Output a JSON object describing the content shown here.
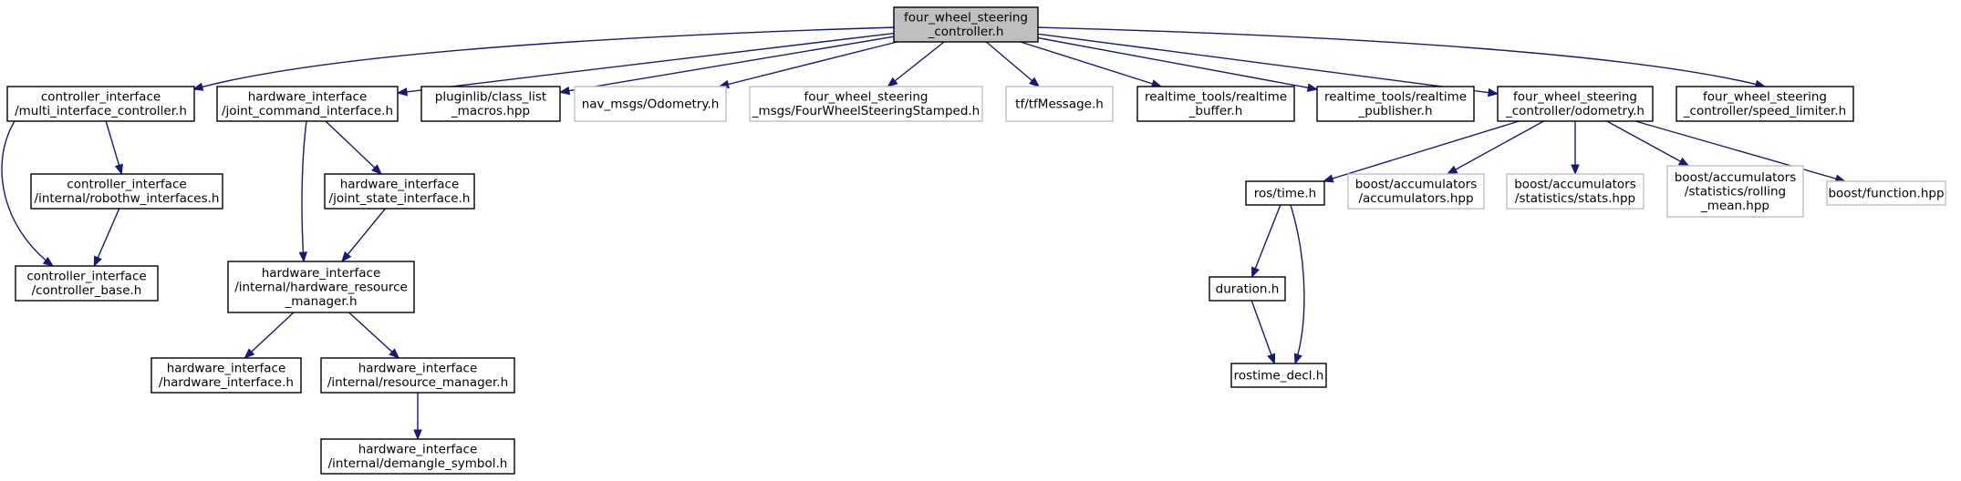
{
  "colors": {
    "edge": "#191970",
    "root_fill": "#bfbfbf",
    "external_border": "#bfbfbf",
    "node_border": "#000000"
  },
  "nodes": [
    {
      "id": "root",
      "lines": [
        "four_wheel_steering",
        "_controller.h"
      ],
      "style": "root"
    },
    {
      "id": "mic",
      "lines": [
        "controller_interface",
        "/multi_interface_controller.h"
      ],
      "style": "normal"
    },
    {
      "id": "jci",
      "lines": [
        "hardware_interface",
        "/joint_command_interface.h"
      ],
      "style": "normal"
    },
    {
      "id": "pcl",
      "lines": [
        "pluginlib/class_list",
        "_macros.hpp"
      ],
      "style": "normal"
    },
    {
      "id": "nav",
      "lines": [
        "nav_msgs/Odometry.h"
      ],
      "style": "external"
    },
    {
      "id": "fws_msgs",
      "lines": [
        "four_wheel_steering",
        "_msgs/FourWheelSteeringStamped.h"
      ],
      "style": "external"
    },
    {
      "id": "tfm",
      "lines": [
        "tf/tfMessage.h"
      ],
      "style": "external"
    },
    {
      "id": "rtb",
      "lines": [
        "realtime_tools/realtime",
        "_buffer.h"
      ],
      "style": "normal"
    },
    {
      "id": "rtp",
      "lines": [
        "realtime_tools/realtime",
        "_publisher.h"
      ],
      "style": "normal"
    },
    {
      "id": "odo",
      "lines": [
        "four_wheel_steering",
        "_controller/odometry.h"
      ],
      "style": "normal"
    },
    {
      "id": "spd",
      "lines": [
        "four_wheel_steering",
        "_controller/speed_limiter.h"
      ],
      "style": "normal"
    },
    {
      "id": "rhi",
      "lines": [
        "controller_interface",
        "/internal/robothw_interfaces.h"
      ],
      "style": "normal"
    },
    {
      "id": "cb",
      "lines": [
        "controller_interface",
        "/controller_base.h"
      ],
      "style": "normal"
    },
    {
      "id": "jsi",
      "lines": [
        "hardware_interface",
        "/joint_state_interface.h"
      ],
      "style": "normal"
    },
    {
      "id": "hrm",
      "lines": [
        "hardware_interface",
        "/internal/hardware_resource",
        "_manager.h"
      ],
      "style": "normal"
    },
    {
      "id": "hi",
      "lines": [
        "hardware_interface",
        "/hardware_interface.h"
      ],
      "style": "normal"
    },
    {
      "id": "rm",
      "lines": [
        "hardware_interface",
        "/internal/resource_manager.h"
      ],
      "style": "normal"
    },
    {
      "id": "ds",
      "lines": [
        "hardware_interface",
        "/internal/demangle_symbol.h"
      ],
      "style": "normal"
    },
    {
      "id": "rtime",
      "lines": [
        "ros/time.h"
      ],
      "style": "normal"
    },
    {
      "id": "acc",
      "lines": [
        "boost/accumulators",
        "/accumulators.hpp"
      ],
      "style": "external"
    },
    {
      "id": "stats",
      "lines": [
        "boost/accumulators",
        "/statistics/stats.hpp"
      ],
      "style": "external"
    },
    {
      "id": "rmean",
      "lines": [
        "boost/accumulators",
        "/statistics/rolling",
        "_mean.hpp"
      ],
      "style": "external"
    },
    {
      "id": "func",
      "lines": [
        "boost/function.hpp"
      ],
      "style": "external"
    },
    {
      "id": "dur",
      "lines": [
        "duration.h"
      ],
      "style": "normal"
    },
    {
      "id": "rdecl",
      "lines": [
        "rostime_decl.h"
      ],
      "style": "normal"
    }
  ],
  "edges": [
    [
      "root",
      "mic"
    ],
    [
      "root",
      "jci"
    ],
    [
      "root",
      "pcl"
    ],
    [
      "root",
      "nav"
    ],
    [
      "root",
      "fws_msgs"
    ],
    [
      "root",
      "tfm"
    ],
    [
      "root",
      "rtb"
    ],
    [
      "root",
      "rtp"
    ],
    [
      "root",
      "odo"
    ],
    [
      "root",
      "spd"
    ],
    [
      "mic",
      "rhi"
    ],
    [
      "mic",
      "cb"
    ],
    [
      "rhi",
      "cb"
    ],
    [
      "jci",
      "jsi"
    ],
    [
      "jci",
      "hrm"
    ],
    [
      "jsi",
      "hrm"
    ],
    [
      "hrm",
      "hi"
    ],
    [
      "hrm",
      "rm"
    ],
    [
      "rm",
      "ds"
    ],
    [
      "odo",
      "rtime"
    ],
    [
      "odo",
      "acc"
    ],
    [
      "odo",
      "stats"
    ],
    [
      "odo",
      "rmean"
    ],
    [
      "odo",
      "func"
    ],
    [
      "rtime",
      "dur"
    ],
    [
      "rtime",
      "rdecl"
    ],
    [
      "dur",
      "rdecl"
    ]
  ]
}
